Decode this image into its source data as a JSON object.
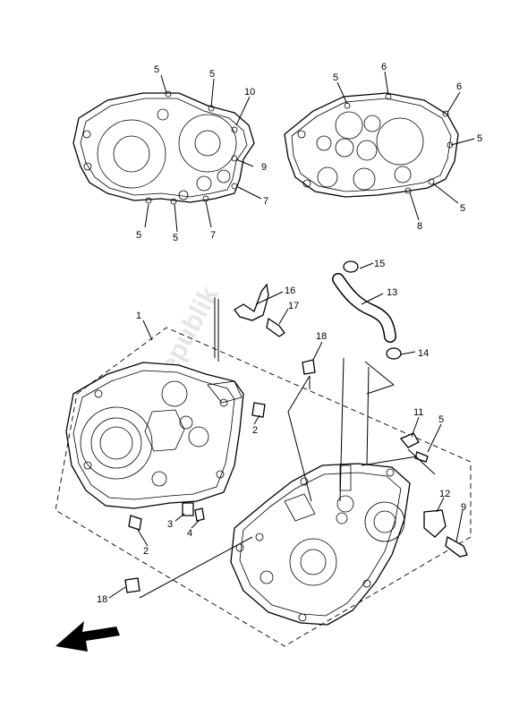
{
  "watermark": "PartsRepublik",
  "callouts": {
    "c5_a": "5",
    "c5_b": "5",
    "c10": "10",
    "c9_a": "9",
    "c7_a": "7",
    "c5_c": "5",
    "c5_d": "5",
    "c7_b": "7",
    "c5_e": "5",
    "c6_a": "6",
    "c6_b": "6",
    "c5_f": "5",
    "c5_g": "5",
    "c8": "8",
    "c15": "15",
    "c16": "16",
    "c13": "13",
    "c17": "17",
    "c1": "1",
    "c18_a": "18",
    "c14": "14",
    "c2_a": "2",
    "c11": "11",
    "c5_h": "5",
    "c12": "12",
    "c9_b": "9",
    "c3": "3",
    "c4": "4",
    "c2_b": "2",
    "c18_b": "18"
  },
  "icons": {
    "front_arrow": "direction-arrow-icon"
  },
  "colors": {
    "line": "#000000",
    "background": "#ffffff",
    "watermark": "#e6e6e6"
  }
}
